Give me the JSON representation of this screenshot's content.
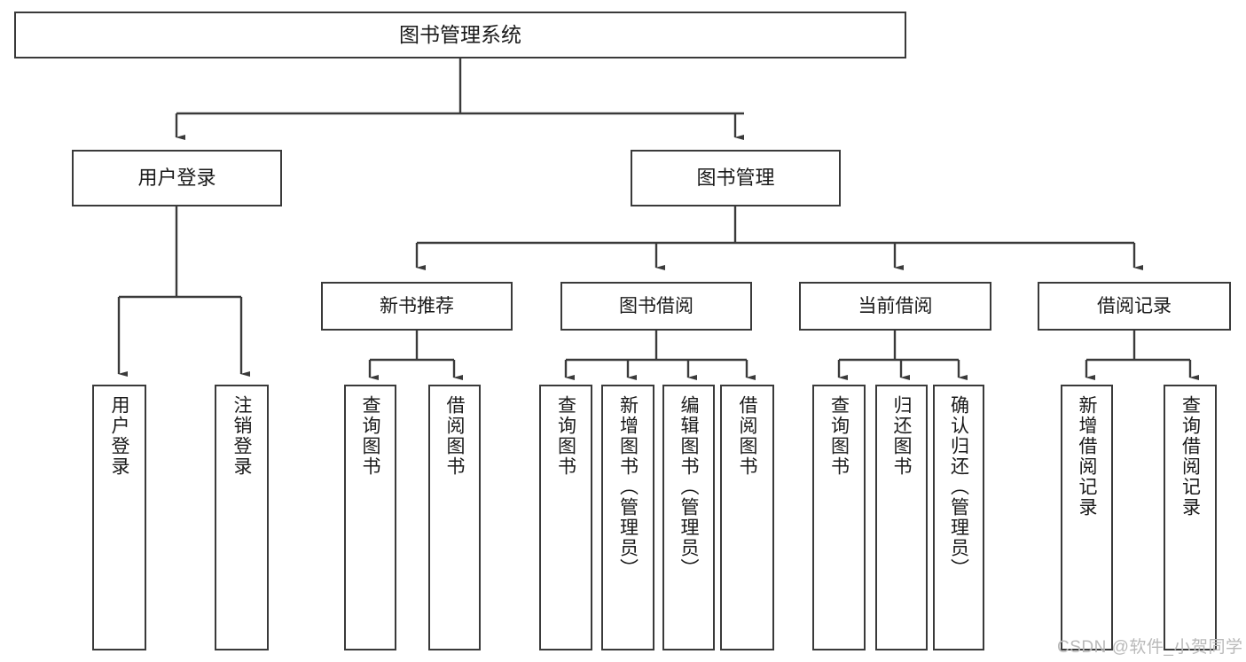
{
  "diagram": {
    "type": "tree",
    "title": "图书管理系统",
    "root": {
      "label": "图书管理系统"
    },
    "level2": [
      {
        "label": "用户登录"
      },
      {
        "label": "图书管理"
      }
    ],
    "level3": [
      {
        "label": "新书推荐"
      },
      {
        "label": "图书借阅"
      },
      {
        "label": "当前借阅"
      },
      {
        "label": "借阅记录"
      }
    ],
    "leaves": {
      "user_login": [
        {
          "label": "用户登录"
        },
        {
          "label": "注销登录"
        }
      ],
      "new_book_recommend": [
        {
          "label": "查询图书"
        },
        {
          "label": "借阅图书"
        }
      ],
      "book_borrow": [
        {
          "label": "查询图书"
        },
        {
          "label": "新增图书（管理员）"
        },
        {
          "label": "编辑图书（管理员）"
        },
        {
          "label": "借阅图书"
        }
      ],
      "current_borrow": [
        {
          "label": "查询图书"
        },
        {
          "label": "归还图书"
        },
        {
          "label": "确认归还（管理员）"
        }
      ],
      "borrow_record": [
        {
          "label": "新增借阅记录"
        },
        {
          "label": "查询借阅记录"
        }
      ]
    }
  },
  "watermark": {
    "text": "CSDN @软件_小贺同学"
  },
  "colors": {
    "box_border": "#3a3a3a",
    "line": "#3a3a3a",
    "background": "#ffffff",
    "text": "#1a1a1a",
    "watermark": "#b9b9b9"
  }
}
